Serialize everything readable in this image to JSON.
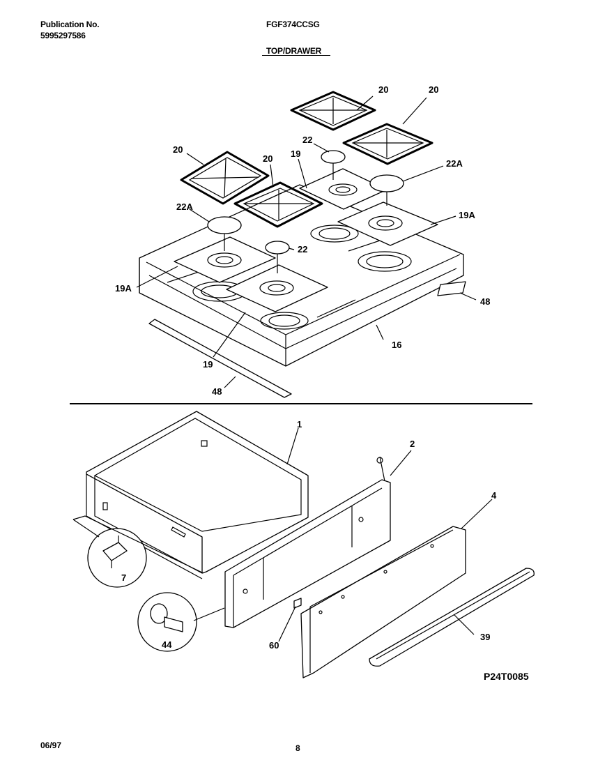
{
  "header": {
    "publication_label": "Publication No.",
    "publication_number": "5995297586",
    "model": "FGF374CCSG",
    "section": "TOP/DRAWER"
  },
  "footer": {
    "date": "06/97",
    "page": "8"
  },
  "drawing_code": "P24T0085",
  "callouts": {
    "grate_a": "20",
    "grate_b": "20",
    "grate_c": "20",
    "grate_d": "20",
    "cap_22_top": "22",
    "cap_22a_right": "22A",
    "cap_22a_left": "22A",
    "cap_22_mid": "22",
    "burner_19_top": "19",
    "burner_19a_right": "19A",
    "burner_19a_left": "19A",
    "burner_19_bottom": "19",
    "cooktop_16": "16",
    "trim_48_right": "48",
    "trim_48_bottom": "48",
    "drawer_1": "1",
    "screw_2": "2",
    "front_4": "4",
    "bearing_7": "7",
    "roller_44": "44",
    "screw_60": "60",
    "handle_39": "39"
  }
}
